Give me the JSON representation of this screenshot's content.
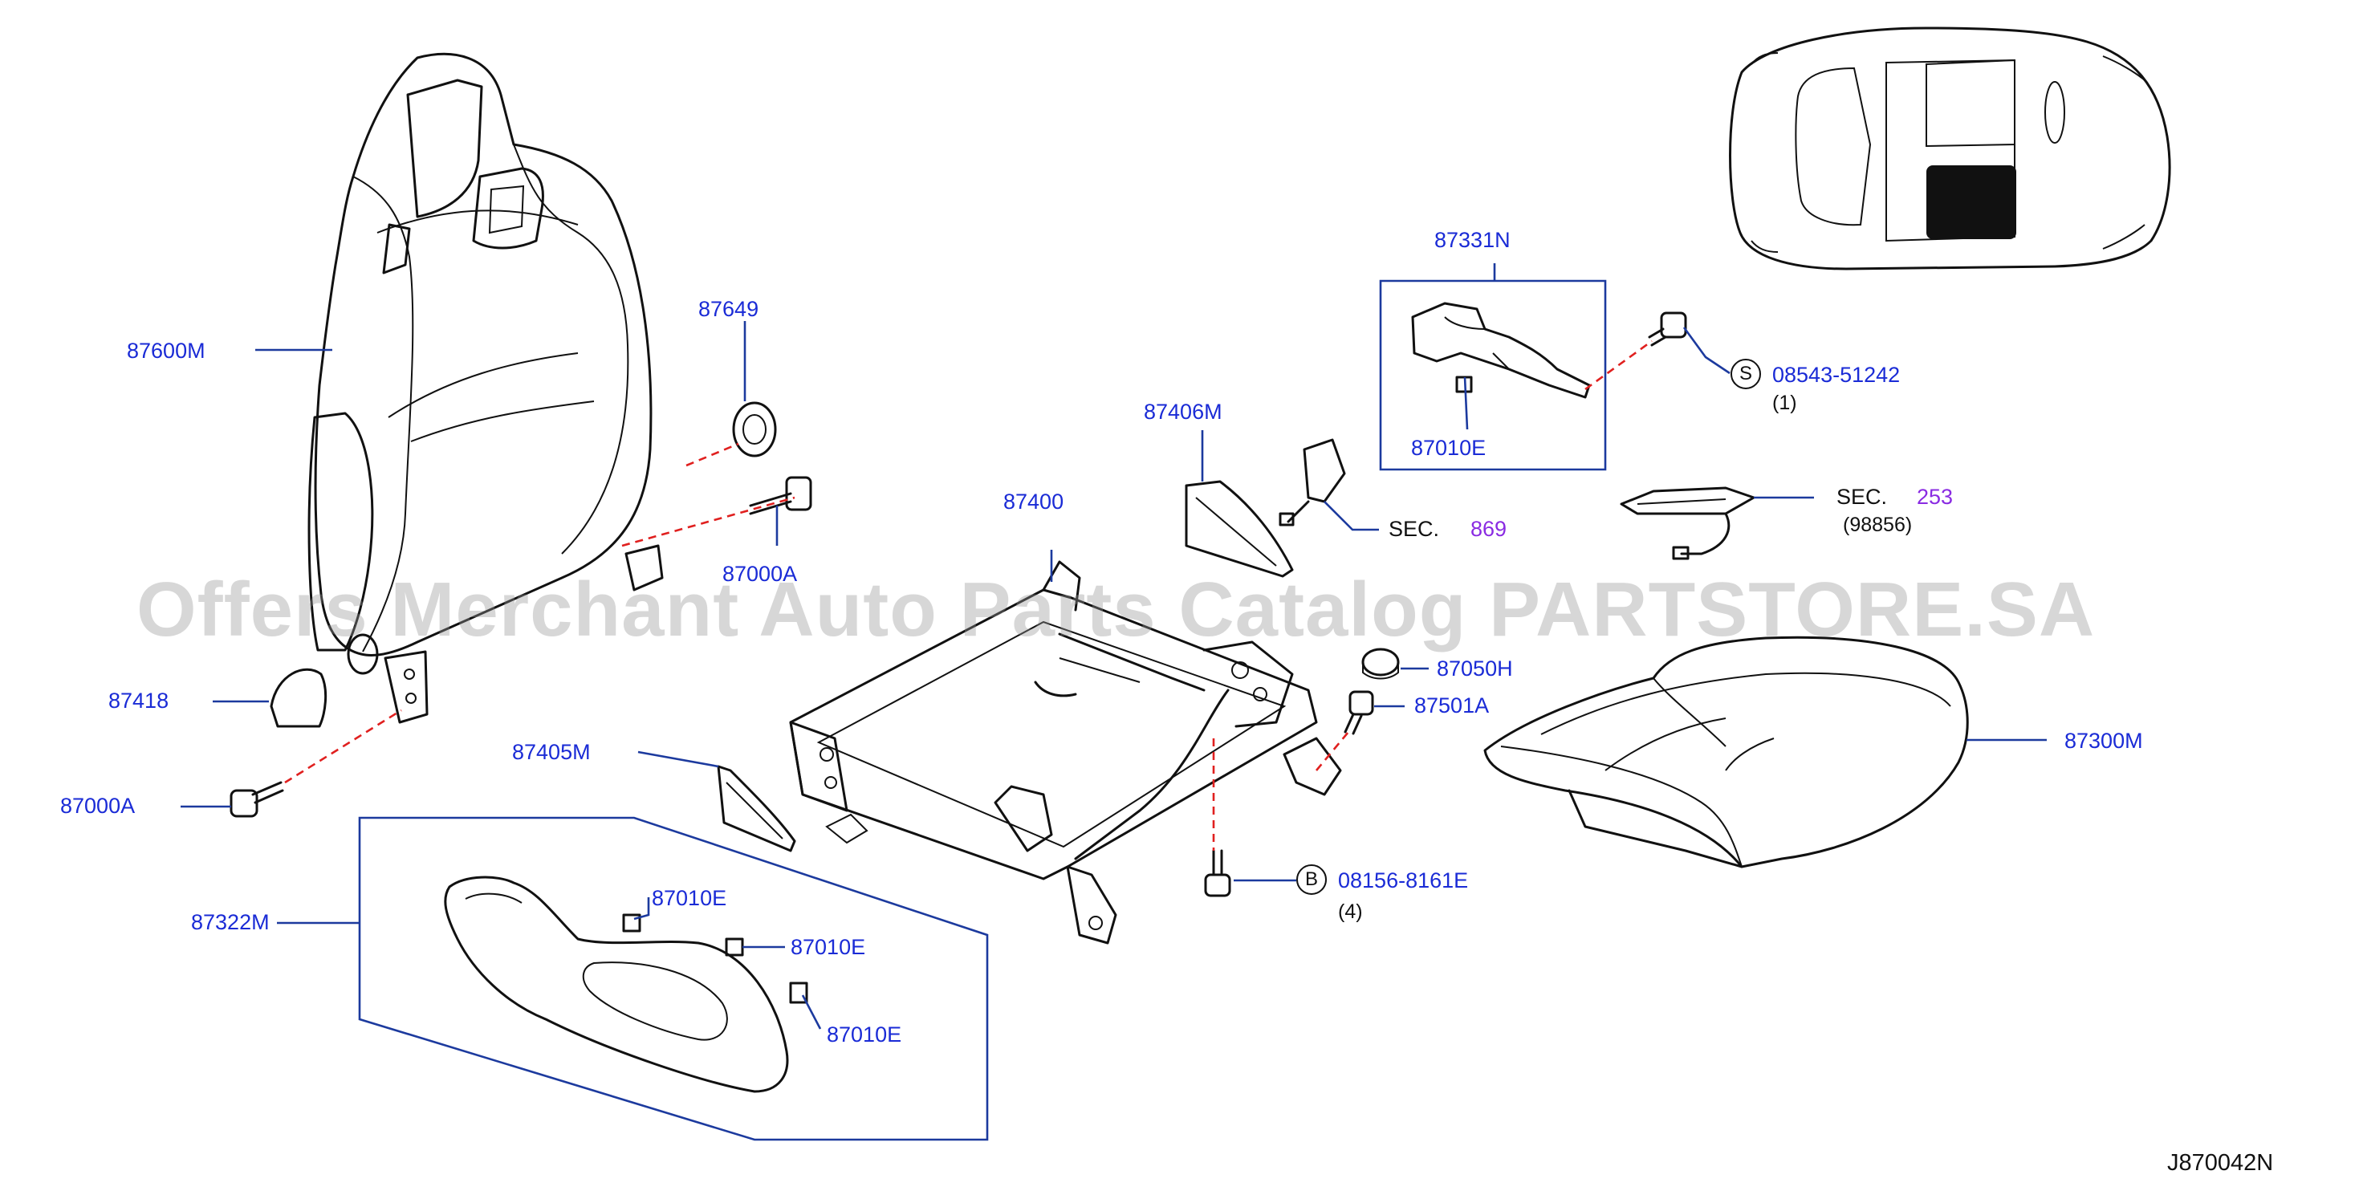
{
  "watermark": "Offers Merchant Auto Parts Catalog PARTSTORE.SA",
  "diagram_code": "J870042N",
  "colors": {
    "part_number_text": "#1a2bd6",
    "leader_line": "#1c3a9e",
    "hidden_line": "#e0201f",
    "section_number": "#8a2be2",
    "outline": "#111111"
  },
  "callouts": {
    "seatback": "87600M",
    "headrest_plug": "87649",
    "bolt_upper": "87000A",
    "knob_cover": "87418",
    "bolt_lower": "87000A",
    "inner_finisher": "87405M",
    "side_finisher": "87322M",
    "clip_a": "87010E",
    "clip_b": "87010E",
    "clip_c": "87010E",
    "seat_frame": "87400",
    "belt_finisher": "87406M",
    "belt_sec": "SEC.",
    "belt_sec_no": "869",
    "cap": "87050H",
    "bolt_frame": "87501A",
    "screw_b": "08156-8161E",
    "screw_b_symbol": "B",
    "screw_b_qty": "(4)",
    "cushion": "87300M",
    "bracket_assy": "87331N",
    "bracket_clip": "87010E",
    "screw_s": "08543-51242",
    "screw_s_symbol": "S",
    "screw_s_qty": "(1)",
    "harness_sec": "SEC.",
    "harness_sec_no": "253",
    "harness_part": "(98856)"
  }
}
